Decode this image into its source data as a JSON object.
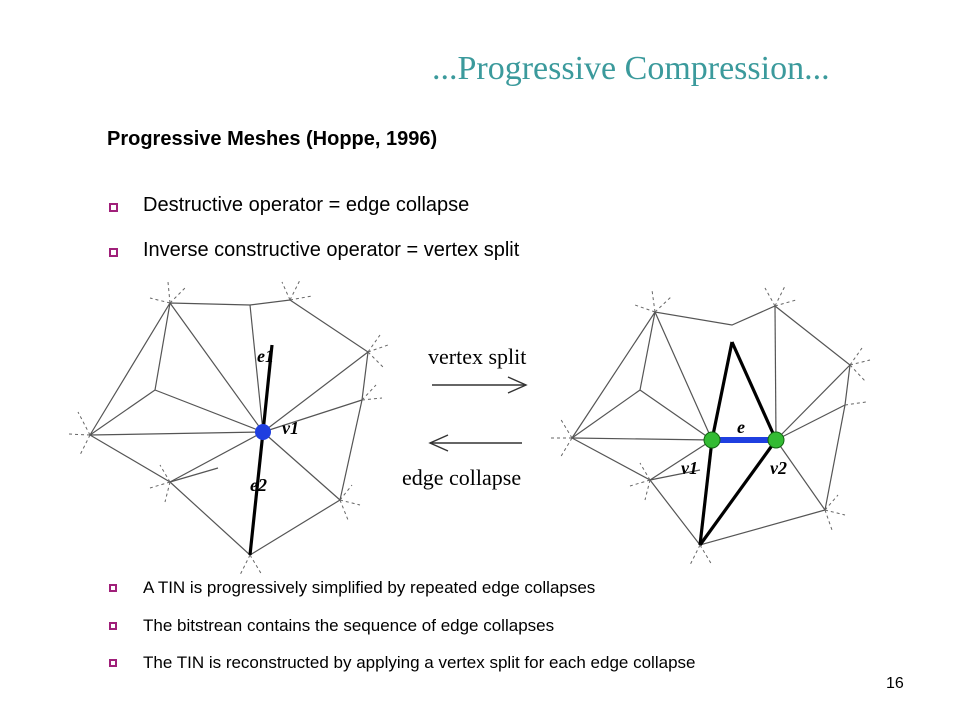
{
  "slide": {
    "title": "...Progressive Compression...",
    "subtitle": "Progressive Meshes (Hoppe, 1996)",
    "main_bullets": [
      "Destructive operator = edge collapse",
      "Inverse constructive operator = vertex split"
    ],
    "sub_bullets": [
      "A TIN is progressively simplified by repeated edge collapses",
      "The bitstrean contains the sequence of edge collapses",
      "The TIN is reconstructed by applying a vertex split for each edge collapse"
    ],
    "page_number": "16"
  },
  "diagram": {
    "left_labels": {
      "e1": "e1",
      "v1": "v1",
      "e2": "e2"
    },
    "right_labels": {
      "e": "e",
      "v1": "v1",
      "v2": "v2"
    },
    "arrow_top": "vertex split",
    "arrow_bottom": "edge collapse",
    "colors": {
      "collapsed_vertex": "#1f3fe0",
      "split_vertices": "#33bb33",
      "split_edge": "#1f3fe0"
    }
  }
}
